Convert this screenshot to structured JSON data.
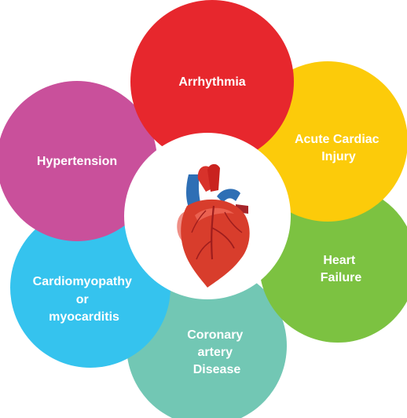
{
  "diagram": {
    "center": {
      "icon": "anatomical-heart-icon"
    },
    "petals": [
      {
        "id": "coronary",
        "lines": [
          "Coronary",
          "artery",
          "Disease"
        ],
        "color": "#72c7b4"
      },
      {
        "id": "cardiomyopathy",
        "lines": [
          "Cardiomyopathy",
          "or",
          "myocarditis"
        ],
        "color": "#35c3ee"
      },
      {
        "id": "heart-failure",
        "lines": [
          "Heart",
          "Failure"
        ],
        "color": "#7cc241"
      },
      {
        "id": "hypertension",
        "lines": [
          "Hypertension"
        ],
        "color": "#c9509b"
      },
      {
        "id": "acute-cardiac-injury",
        "lines": [
          "Acute Cardiac",
          "Injury"
        ],
        "color": "#fccb0a"
      },
      {
        "id": "arrhythmia",
        "lines": [
          "Arrhythmia"
        ],
        "color": "#e7272d"
      }
    ]
  }
}
